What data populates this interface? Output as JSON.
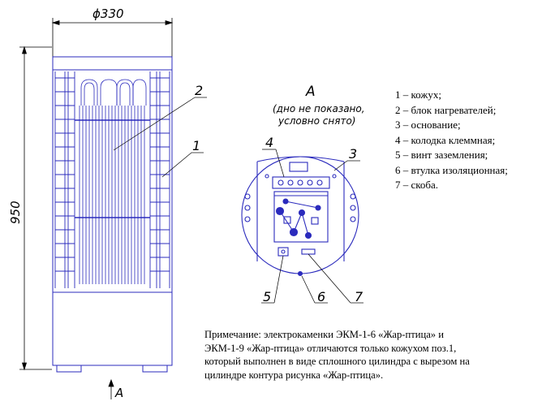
{
  "dimensions": {
    "diameter": "ϕ330",
    "height": "950"
  },
  "view": {
    "title": "A",
    "caption_line1": "(дно не показано,",
    "caption_line2": "условно снято)",
    "arrow_label": "A"
  },
  "callouts": [
    "1",
    "2",
    "3",
    "4",
    "5",
    "6",
    "7"
  ],
  "legend": [
    "1 – кожух;",
    "2 – блок нагревателей;",
    "3 – основание;",
    "4 – колодка клеммная;",
    "5 – винт заземления;",
    "6 – втулка изоляционная;",
    "7 – скоба."
  ],
  "note": {
    "line1": "Примечание: электрокаменки ЭКМ-1-6 «Жар-птица» и",
    "line2": "ЭКМ-1-9 «Жар-птица» отличаются только кожухом поз.1,",
    "line3": "который выполнен в виде сплошного цилиндра с вырезом на",
    "line4": "цилиндре контура рисунка «Жар-птица»."
  },
  "colors": {
    "line": "#000000",
    "accent": "#2b2bbd"
  }
}
